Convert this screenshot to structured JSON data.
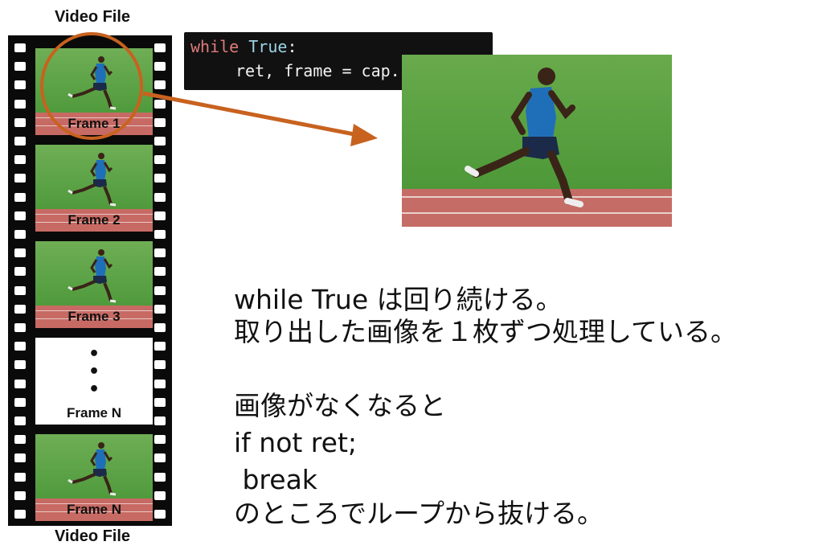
{
  "film": {
    "title_top": "Video File",
    "title_bottom": "Video File",
    "frames": [
      {
        "label": "Frame 1"
      },
      {
        "label": "Frame 2"
      },
      {
        "label": "Frame 3"
      },
      {
        "label": "Frame N",
        "blank": true,
        "dots": "•\n•\n•"
      },
      {
        "label": "Frame N"
      }
    ]
  },
  "code": {
    "line1_kw": "while",
    "line1_kw2": "True",
    "line1_rest": ":",
    "line2": "ret, frame = cap.read()"
  },
  "colors": {
    "highlight_circle": "#c8621f",
    "arrow": "#c8621f",
    "code_bg": "#111111"
  },
  "explanation": {
    "line1": "while True は回り続ける。",
    "line2": "取り出した画像を１枚ずつ処理している。",
    "line3": "画像がなくなると",
    "line4": "if not ret;",
    "line5": " break",
    "line6": "のところでループから抜ける。"
  }
}
